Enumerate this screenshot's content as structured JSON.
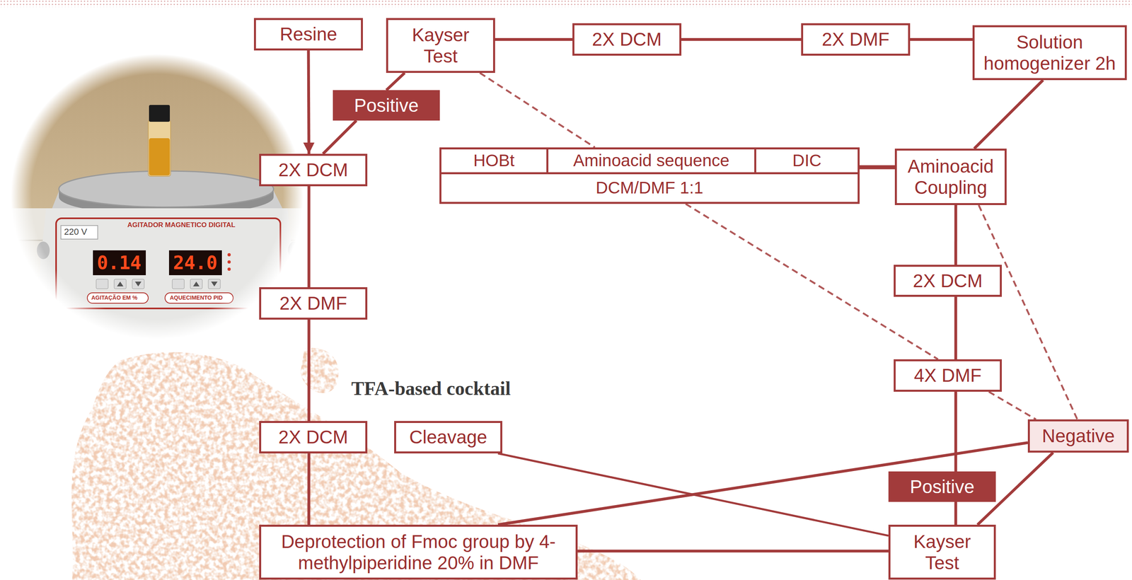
{
  "diagram": {
    "nodes": [
      {
        "text": [
          "Resine"
        ]
      },
      {
        "text": [
          "Kayser Test"
        ]
      },
      {
        "text": [
          "2X DCM"
        ]
      },
      {
        "text": [
          "2X DMF"
        ]
      },
      {
        "text": [
          "Solution homogenizer 2h"
        ]
      },
      {
        "text": [
          "Positive"
        ]
      },
      {
        "text": [
          "2X DCM"
        ]
      },
      {
        "text": [
          "DCM/DMF 1:1"
        ]
      },
      {
        "text": [
          "HOBt"
        ],
        "in": 7
      },
      {
        "text": [
          "Aminoacid sequence"
        ],
        "in": 7
      },
      {
        "text": [
          "DIC"
        ],
        "in": 7
      },
      {
        "text": [
          "Aminoacid Coupling"
        ]
      },
      {
        "text": [
          "2X DCM"
        ]
      },
      {
        "text": [
          "2X DMF"
        ]
      },
      {
        "text": [
          "4X DMF"
        ]
      },
      {
        "text": [
          "Negative"
        ]
      },
      {
        "text": [
          "2X DCM"
        ]
      },
      {
        "text": [
          "Cleavage"
        ]
      },
      {
        "text": [
          "Positive"
        ]
      },
      {
        "text": [
          "Deprotection of Fmoc group by 4- methylpiperidine 20% in DMF"
        ]
      },
      {
        "text": [
          "Kayser Test"
        ]
      }
    ],
    "edges": [
      {
        "from": 0,
        "to": 6,
        "arrow": "to"
      },
      {
        "from": 1,
        "to": 5,
        "arrow": "none"
      },
      {
        "from": 5,
        "to": 6,
        "arrow": "none"
      },
      {
        "from": 1,
        "to": 2,
        "arrow": "none"
      },
      {
        "from": 2,
        "to": 3,
        "arrow": "none"
      },
      {
        "from": 3,
        "to": 4,
        "arrow": "none"
      },
      {
        "from": 4,
        "to": 11,
        "arrow": "none"
      },
      {
        "from": 7,
        "to": 11,
        "arrow": "none"
      },
      {
        "from": 11,
        "to": 12,
        "arrow": "none"
      },
      {
        "from": 12,
        "to": 14,
        "arrow": "none"
      },
      {
        "from": 14,
        "to": 18,
        "arrow": "none"
      },
      {
        "from": 18,
        "to": 20,
        "arrow": "none"
      },
      {
        "from": 20,
        "to": 15,
        "arrow": "none"
      },
      {
        "from": 15,
        "to": 19,
        "arrow": "none"
      },
      {
        "from": 19,
        "to": 20,
        "arrow": "none"
      },
      {
        "from": 17,
        "to": 20,
        "arrow": "none"
      },
      {
        "from": 1,
        "to": 7,
        "arrow": "none"
      },
      {
        "from": 7,
        "to": 14,
        "arrow": "none"
      },
      {
        "from": 11,
        "to": 15,
        "arrow": "none"
      },
      {
        "from": 14,
        "to": 15,
        "arrow": "none"
      },
      {
        "from": 6,
        "to": 13,
        "arrow": "none"
      },
      {
        "from": 13,
        "to": 16,
        "arrow": "none"
      },
      {
        "from": 16,
        "to": 19,
        "arrow": "none"
      }
    ],
    "labels": [
      "TFA-based cocktail",
      "220 V",
      "AGITADOR MAGNETICO DIGITAL",
      "0.14",
      "24.0",
      "AGITAÇÃO EM %",
      "AQUECIMENTO PID"
    ]
  }
}
